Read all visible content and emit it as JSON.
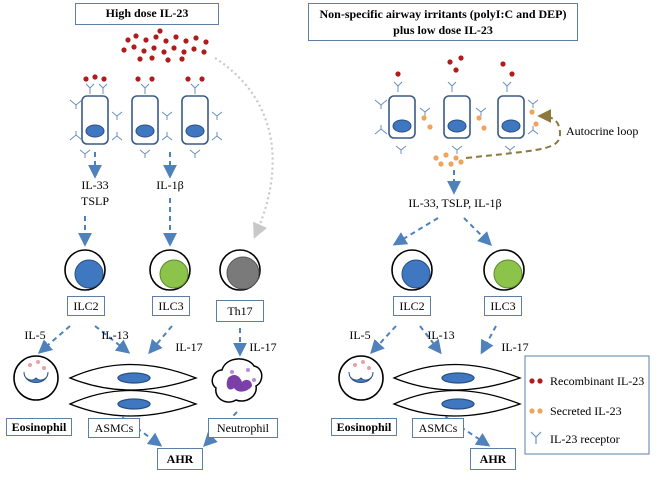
{
  "left_panel": {
    "title": "High dose IL-23",
    "cytokines_il33": "IL-33",
    "cytokines_tslp": "TSLP",
    "cytokine_il1b": "IL-1β",
    "cells": {
      "ilc2": "ILC2",
      "ilc3": "ILC3",
      "th17": "Th17"
    },
    "il5": "IL-5",
    "il13": "IL-13",
    "il17_ilc3": "IL-17",
    "il17_th17": "IL-17",
    "eosinophil": "Eosinophil",
    "asmcs": "ASMCs",
    "neutrophil": "Neutrophil",
    "outcome": "AHR"
  },
  "right_panel": {
    "title_line1": "Non-specific airway irritants (polyI:C and DEP)",
    "title_line2": "plus low dose IL-23",
    "autocrine": "Autocrine loop",
    "cytokines": "IL-33, TSLP, IL-1β",
    "cells": {
      "ilc2": "ILC2",
      "ilc3": "ILC3"
    },
    "il5": "IL-5",
    "il13": "IL-13",
    "il17": "IL-17",
    "eosinophil": "Eosinophil",
    "asmcs": "ASMCs",
    "outcome": "AHR"
  },
  "legend": {
    "recombinant": "Recombinant IL-23",
    "secreted": "Secreted IL-23",
    "receptor": "IL-23 receptor"
  },
  "colors": {
    "recombinant_dot": "#b01c1c",
    "secreted_dot": "#f0a35c",
    "arrow": "#4f81bd",
    "ilc2_core": "#3f78c0",
    "ilc3_core": "#8cc34a",
    "th17_core": "#7a7a7a",
    "autocrine_arrow": "#8c7a3c",
    "box_border": "#5b7fa6"
  }
}
